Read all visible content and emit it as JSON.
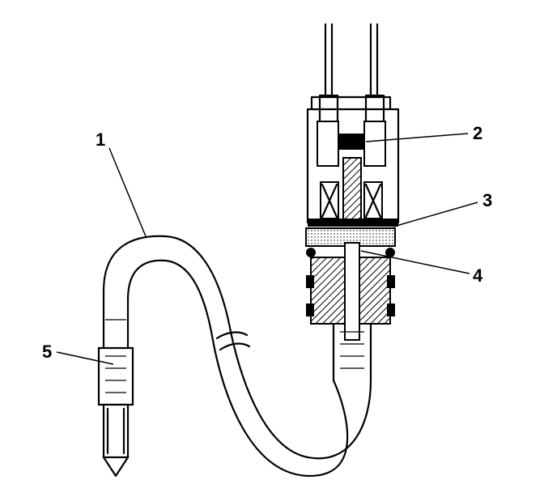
{
  "callouts": {
    "one": "1",
    "two": "2",
    "three": "3",
    "four": "4",
    "five": "5"
  },
  "colors": {
    "ink": "#000000",
    "paper": "#ffffff"
  }
}
